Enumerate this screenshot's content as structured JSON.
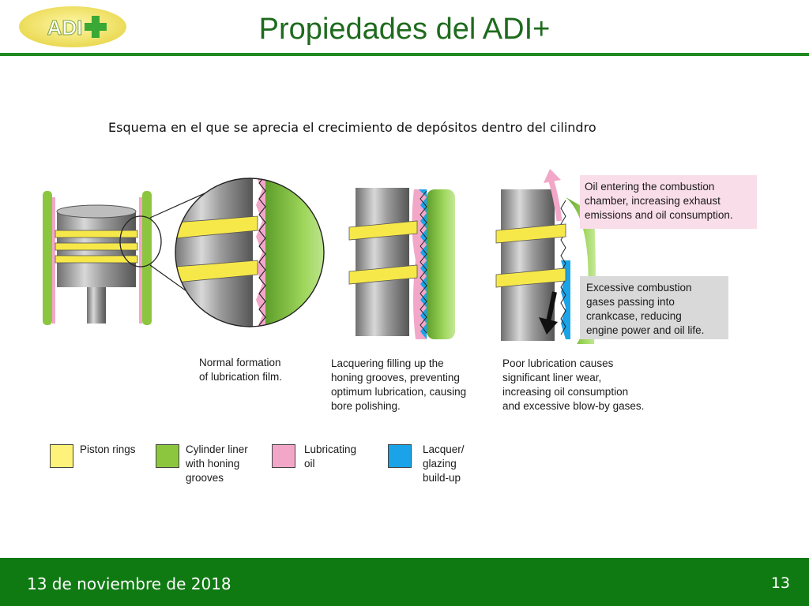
{
  "header": {
    "logo_text": "ADI",
    "title": "Propiedades del ADI+"
  },
  "caption": "Esquema en el que se aprecia el crecimiento de depósitos dentro del cilindro",
  "diagram": {
    "labels": {
      "normal": [
        "Normal formation",
        "of lubrication film."
      ],
      "lacquering": [
        "Lacquering filling up the",
        "honing grooves, preventing",
        "optimum lubrication, causing",
        "bore polishing."
      ],
      "poor": [
        "Poor lubrication causes",
        "significant liner wear,",
        "increasing oil consumption",
        "and excessive blow-by gases."
      ],
      "oil_entering": [
        "Oil entering the combustion",
        "chamber, increasing exhaust",
        "emissions and oil consumption."
      ],
      "excessive": [
        "Excessive combustion",
        "gases passing into",
        "crankcase, reducing",
        "engine power and oil life."
      ]
    },
    "colors": {
      "piston_ring": "#f7e84a",
      "liner": "#8cc63f",
      "oil": "#f2a7c8",
      "lacquer": "#1aa3e8",
      "oil_box": "#f9dde8",
      "gas_box": "#d9d9d9"
    }
  },
  "legend": [
    {
      "lines": [
        "Piston rings"
      ],
      "color": "#fff27a"
    },
    {
      "lines": [
        "Cylinder liner",
        "with honing",
        "grooves"
      ],
      "color": "#8cc63f"
    },
    {
      "lines": [
        "Lubricating",
        "oil"
      ],
      "color": "#f2a7c8"
    },
    {
      "lines": [
        "Lacquer/",
        "glazing",
        "build-up"
      ],
      "color": "#1aa3e8"
    }
  ],
  "footer": {
    "date": "13 de noviembre de 2018",
    "page": "13"
  }
}
